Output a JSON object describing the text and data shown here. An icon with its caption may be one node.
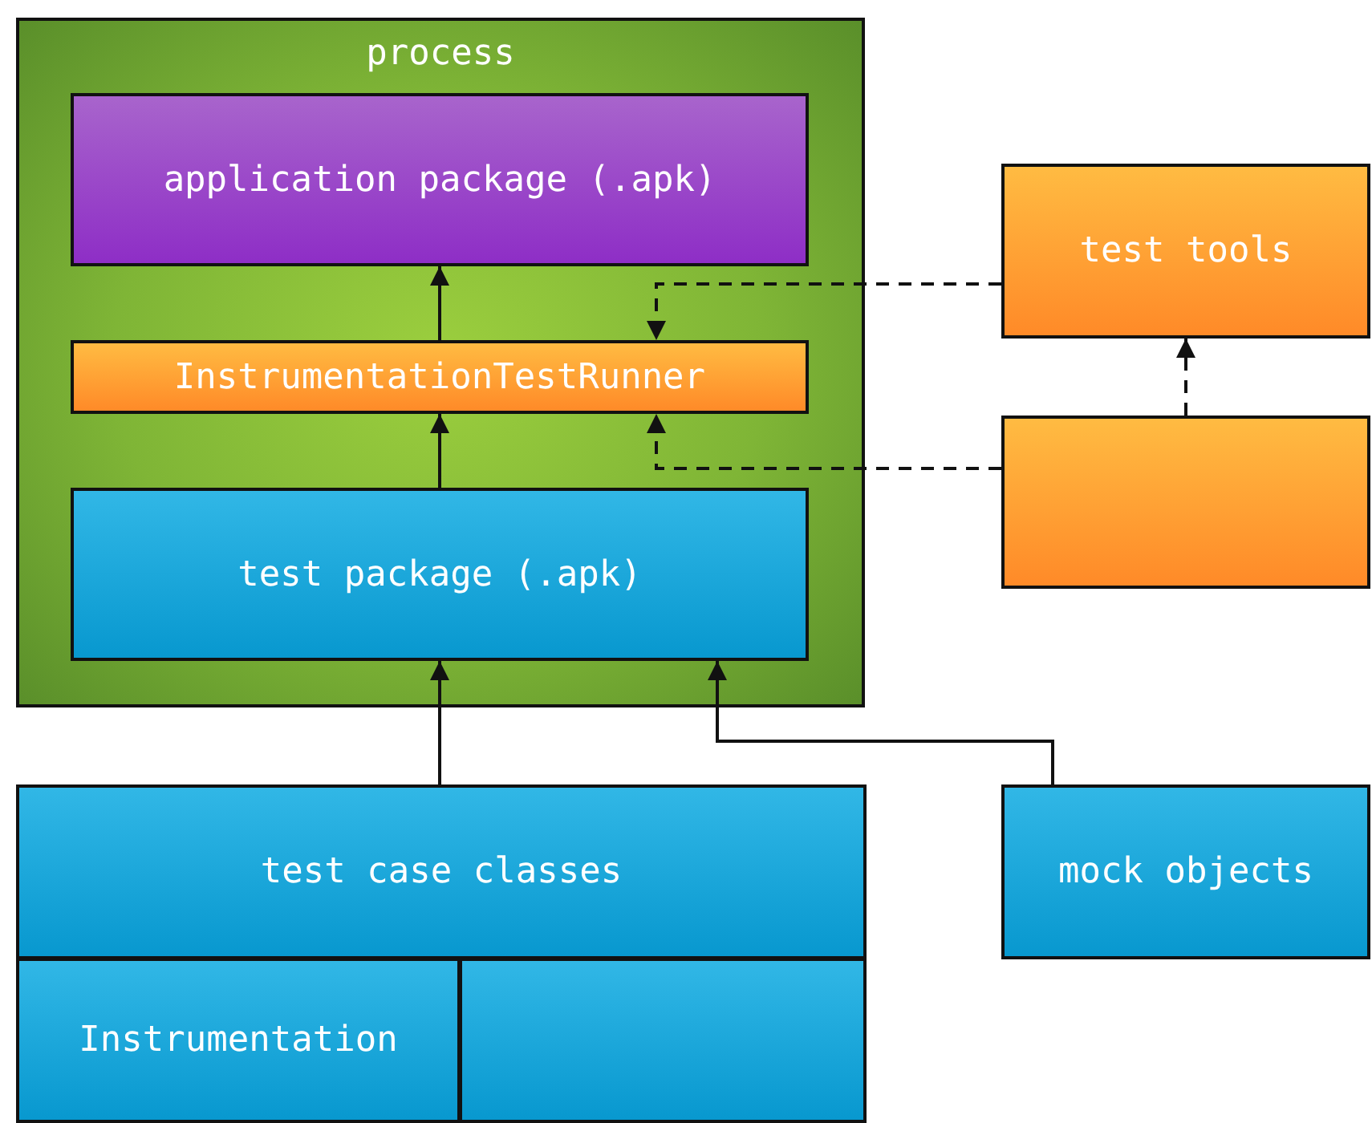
{
  "diagram": {
    "nodes": [
      {
        "text": [
          "process"
        ]
      },
      {
        "text": [
          "application package (.apk)"
        ],
        "in": 0
      },
      {
        "text": [
          "InstrumentationTestRunner"
        ],
        "in": 0
      },
      {
        "text": [
          "test package (.apk)"
        ],
        "in": 0
      },
      {
        "text": [
          "test tools"
        ]
      },
      {
        "text": [],
        "shape": "box"
      },
      {
        "text": [
          "test case classes"
        ]
      },
      {
        "text": [
          "Instrumentation"
        ]
      },
      {
        "text": [],
        "shape": "box"
      },
      {
        "text": [
          "mock objects"
        ]
      }
    ],
    "edges": [
      {
        "from": 2,
        "to": 1,
        "arrow": "to"
      },
      {
        "from": 3,
        "to": 2,
        "arrow": "to"
      },
      {
        "from": 4,
        "to": 2,
        "arrow": "to",
        "style": "dashed"
      },
      {
        "from": 5,
        "to": 2,
        "arrow": "to",
        "style": "dashed"
      },
      {
        "from": 5,
        "to": 4,
        "arrow": "to",
        "style": "dashed"
      },
      {
        "from": 6,
        "to": 3,
        "arrow": "to"
      },
      {
        "from": 9,
        "to": 3,
        "arrow": "to"
      }
    ]
  }
}
